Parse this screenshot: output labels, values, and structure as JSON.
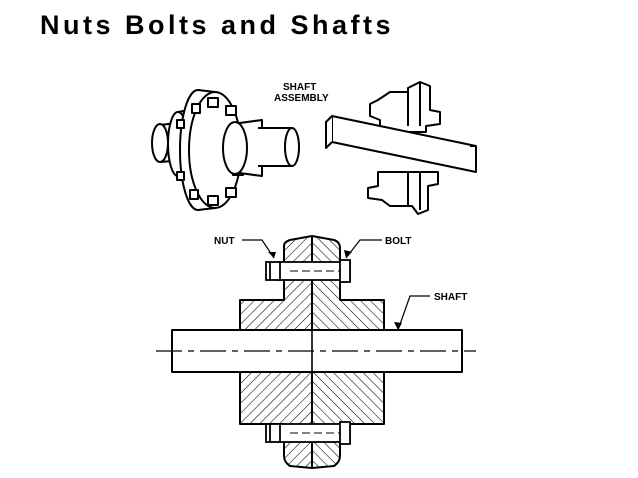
{
  "slide": {
    "title": "Nuts Bolts and Shafts"
  },
  "diagram": {
    "labels": {
      "shaft_assembly_line1": "SHAFT",
      "shaft_assembly_line2": "ASSEMBLY",
      "nut": "NUT",
      "bolt": "BOLT",
      "shaft": "SHAFT"
    }
  }
}
